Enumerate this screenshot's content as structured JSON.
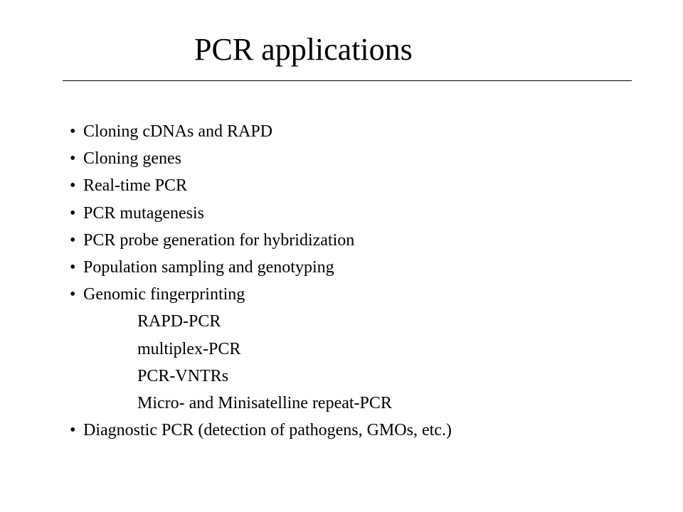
{
  "slide": {
    "title": "PCR applications",
    "bullet_glyph": "•",
    "items": [
      {
        "text": "Cloning cDNAs and RAPD"
      },
      {
        "text": "Cloning genes"
      },
      {
        "text": "Real-time PCR"
      },
      {
        "text": "PCR mutagenesis"
      },
      {
        "text": "PCR probe generation for hybridization"
      },
      {
        "text": "Population sampling and genotyping"
      },
      {
        "text": "Genomic fingerprinting"
      },
      {
        "text": "RAPD-PCR"
      },
      {
        "text": "multiplex-PCR"
      },
      {
        "text": "PCR-VNTRs"
      },
      {
        "text": "Micro- and Minisatelline repeat-PCR"
      },
      {
        "text": "Diagnostic PCR (detection of pathogens, GMOs, etc.)"
      }
    ]
  }
}
